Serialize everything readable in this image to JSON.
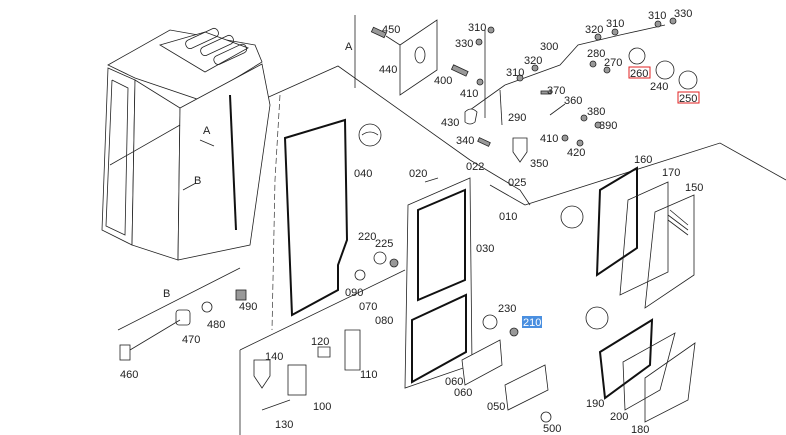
{
  "diagram": {
    "view_markers": {
      "a": "A",
      "b": "B"
    },
    "labels": [
      "450",
      "A",
      "440",
      "310",
      "330",
      "300",
      "320",
      "310",
      "400",
      "410",
      "430",
      "290",
      "370",
      "360",
      "380",
      "390",
      "410",
      "420",
      "340",
      "350",
      "320",
      "310",
      "310",
      "330",
      "280",
      "270",
      "260",
      "240",
      "250",
      "160",
      "170",
      "150",
      "190",
      "200",
      "180",
      "040",
      "020",
      "022",
      "025",
      "010",
      "030",
      "220",
      "225",
      "090",
      "070",
      "080",
      "230",
      "210",
      "B",
      "490",
      "480",
      "470",
      "460",
      "120",
      "140",
      "110",
      "100",
      "130",
      "060",
      "060",
      "050",
      "500",
      "A",
      "B"
    ],
    "highlighted": {
      "red_boxed": [
        "260",
        "250"
      ],
      "selected": "210"
    },
    "colors": {
      "line": "#222222",
      "red_box": "#e02020",
      "selected_bg": "#4a8fe0",
      "selected_text": "#ffffff"
    }
  }
}
